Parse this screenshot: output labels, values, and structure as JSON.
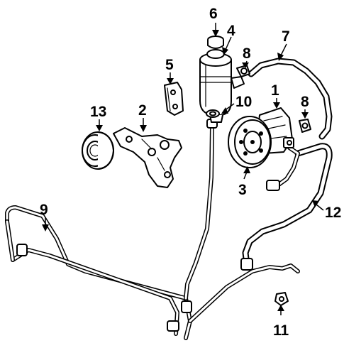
{
  "callouts": [
    {
      "id": "1",
      "label": "1"
    },
    {
      "id": "2",
      "label": "2"
    },
    {
      "id": "3",
      "label": "3"
    },
    {
      "id": "4",
      "label": "4"
    },
    {
      "id": "5",
      "label": "5"
    },
    {
      "id": "6",
      "label": "6"
    },
    {
      "id": "7",
      "label": "7"
    },
    {
      "id": "8a",
      "label": "8"
    },
    {
      "id": "8b",
      "label": "8"
    },
    {
      "id": "9",
      "label": "9"
    },
    {
      "id": "10",
      "label": "10"
    },
    {
      "id": "11",
      "label": "11"
    },
    {
      "id": "12",
      "label": "12"
    },
    {
      "id": "13",
      "label": "13"
    }
  ]
}
